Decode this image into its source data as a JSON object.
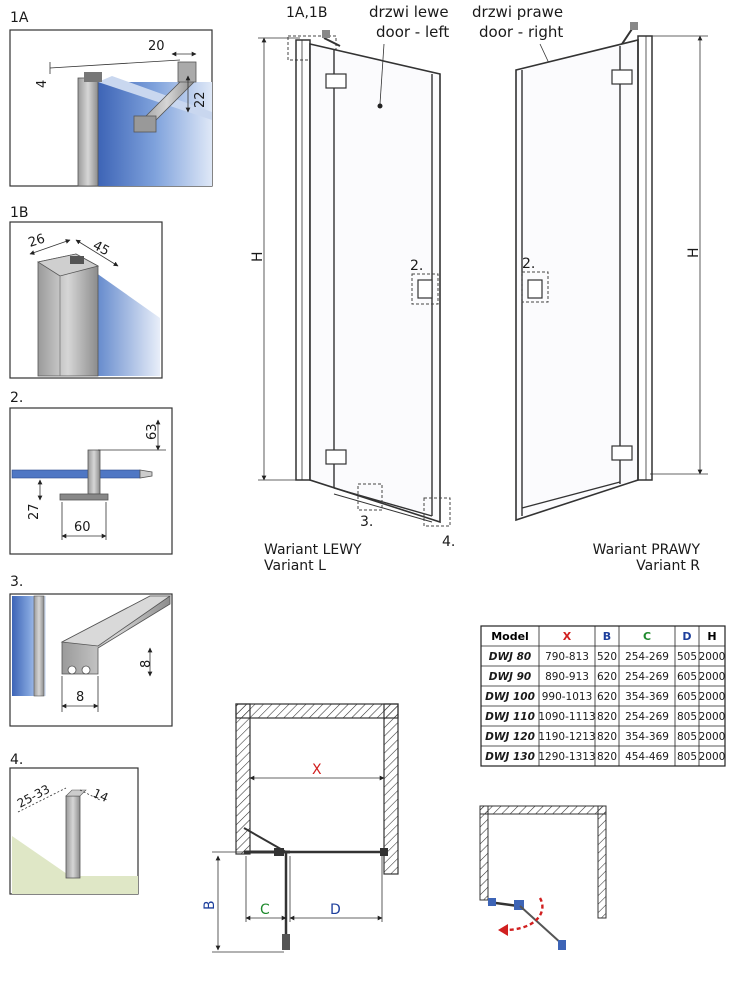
{
  "details": {
    "d1a": {
      "label": "1A",
      "dims": [
        "20",
        "4",
        "22"
      ]
    },
    "d1b": {
      "label": "1B",
      "dims": [
        "26",
        "45"
      ]
    },
    "d2": {
      "label": "2.",
      "dims": [
        "63",
        "27",
        "60"
      ]
    },
    "d3": {
      "label": "3.",
      "dims": [
        "8",
        "8"
      ]
    },
    "d4": {
      "label": "4.",
      "dims": [
        "25-33",
        "14"
      ]
    }
  },
  "left_door": {
    "callout_top": "1A,1B",
    "label_pl": "drzwi lewe",
    "label_en": "door - left",
    "height_label": "H",
    "callouts": [
      "2.",
      "3.",
      "4."
    ],
    "caption_pl": "Wariant LEWY",
    "caption_en": "Variant L"
  },
  "right_door": {
    "label_pl": "drzwi prawe",
    "label_en": "door - right",
    "height_label": "H",
    "callout": "2.",
    "caption_pl": "Wariant PRAWY",
    "caption_en": "Variant R"
  },
  "table": {
    "headers": [
      "Model",
      "X",
      "B",
      "C",
      "D",
      "H"
    ],
    "header_colors": [
      "#000000",
      "#d12020",
      "#1d3f9c",
      "#1f8a2e",
      "#1d3f9c",
      "#000000"
    ],
    "rows": [
      [
        "DWJ 80",
        "790-813",
        "520",
        "254-269",
        "505",
        "2000"
      ],
      [
        "DWJ 90",
        "890-913",
        "620",
        "254-269",
        "605",
        "2000"
      ],
      [
        "DWJ 100",
        "990-1013",
        "620",
        "354-369",
        "605",
        "2000"
      ],
      [
        "DWJ 110",
        "1090-1113",
        "820",
        "254-269",
        "805",
        "2000"
      ],
      [
        "DWJ 120",
        "1190-1213",
        "820",
        "354-369",
        "805",
        "2000"
      ],
      [
        "DWJ 130",
        "1290-1313",
        "820",
        "454-469",
        "805",
        "2000"
      ]
    ]
  },
  "plan": {
    "x_label": "X",
    "b_label": "B",
    "c_label": "C",
    "d_label": "D",
    "colors": {
      "x": "#d12020",
      "b": "#1d3f9c",
      "c": "#1f8a2e",
      "d": "#1d3f9c"
    }
  }
}
